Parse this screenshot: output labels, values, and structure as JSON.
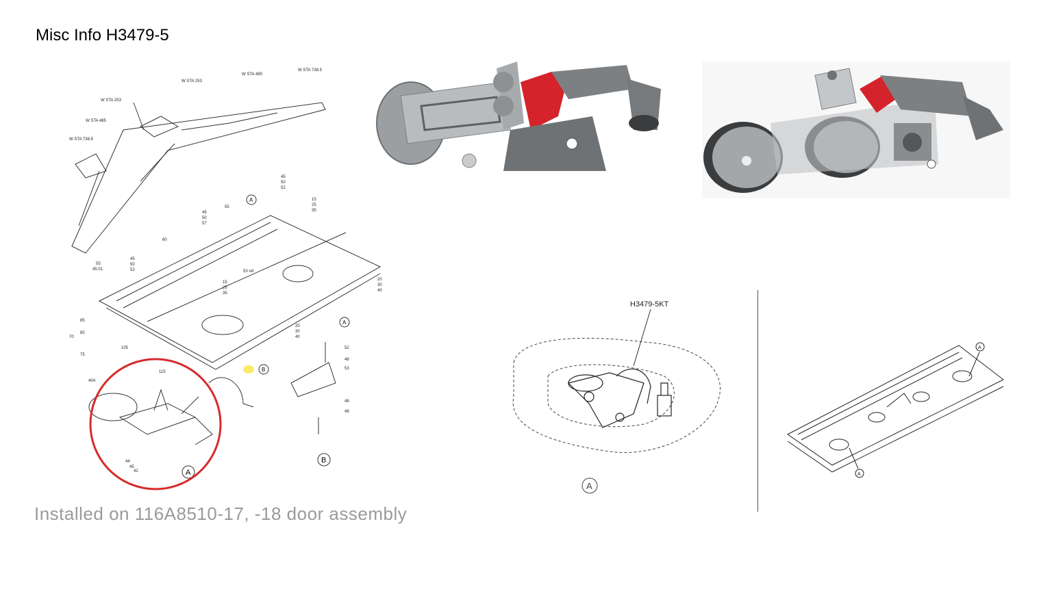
{
  "slide": {
    "title": "Misc Info H3479-5",
    "caption": "Installed on 116A8510-17, -18 door assembly"
  },
  "diagram_left": {
    "wing_labels": [
      "W STA 253",
      "W STA 485",
      "W STA 738.5",
      "W STA 253",
      "W STA 485",
      "W STA 738.5"
    ],
    "callouts": [
      "45",
      "50",
      "52",
      "15",
      "25",
      "35",
      "55",
      "45",
      "50",
      "57",
      "60",
      "55",
      "45.01",
      "45",
      "50",
      "52",
      "53 ref",
      "15",
      "25",
      "35",
      "20",
      "30",
      "40",
      "20",
      "30",
      "40",
      "85",
      "80",
      "70",
      "75",
      "105",
      "115",
      "40A",
      "44",
      "45",
      "42",
      "52",
      "48",
      "53",
      "48",
      "48"
    ],
    "view_labels": [
      "A",
      "A",
      "B",
      "A",
      "B"
    ]
  },
  "diagram_right_a": {
    "part_label": "H3479-5KT",
    "view_label": "A"
  },
  "diagram_right_b": {
    "view_labels": [
      "A",
      "A"
    ]
  },
  "colors": {
    "highlight_circle": "#d62b2b",
    "latch_red": "#d4232a",
    "metal_gray": "#8a8d90",
    "caption_gray": "#9a9a9a"
  }
}
